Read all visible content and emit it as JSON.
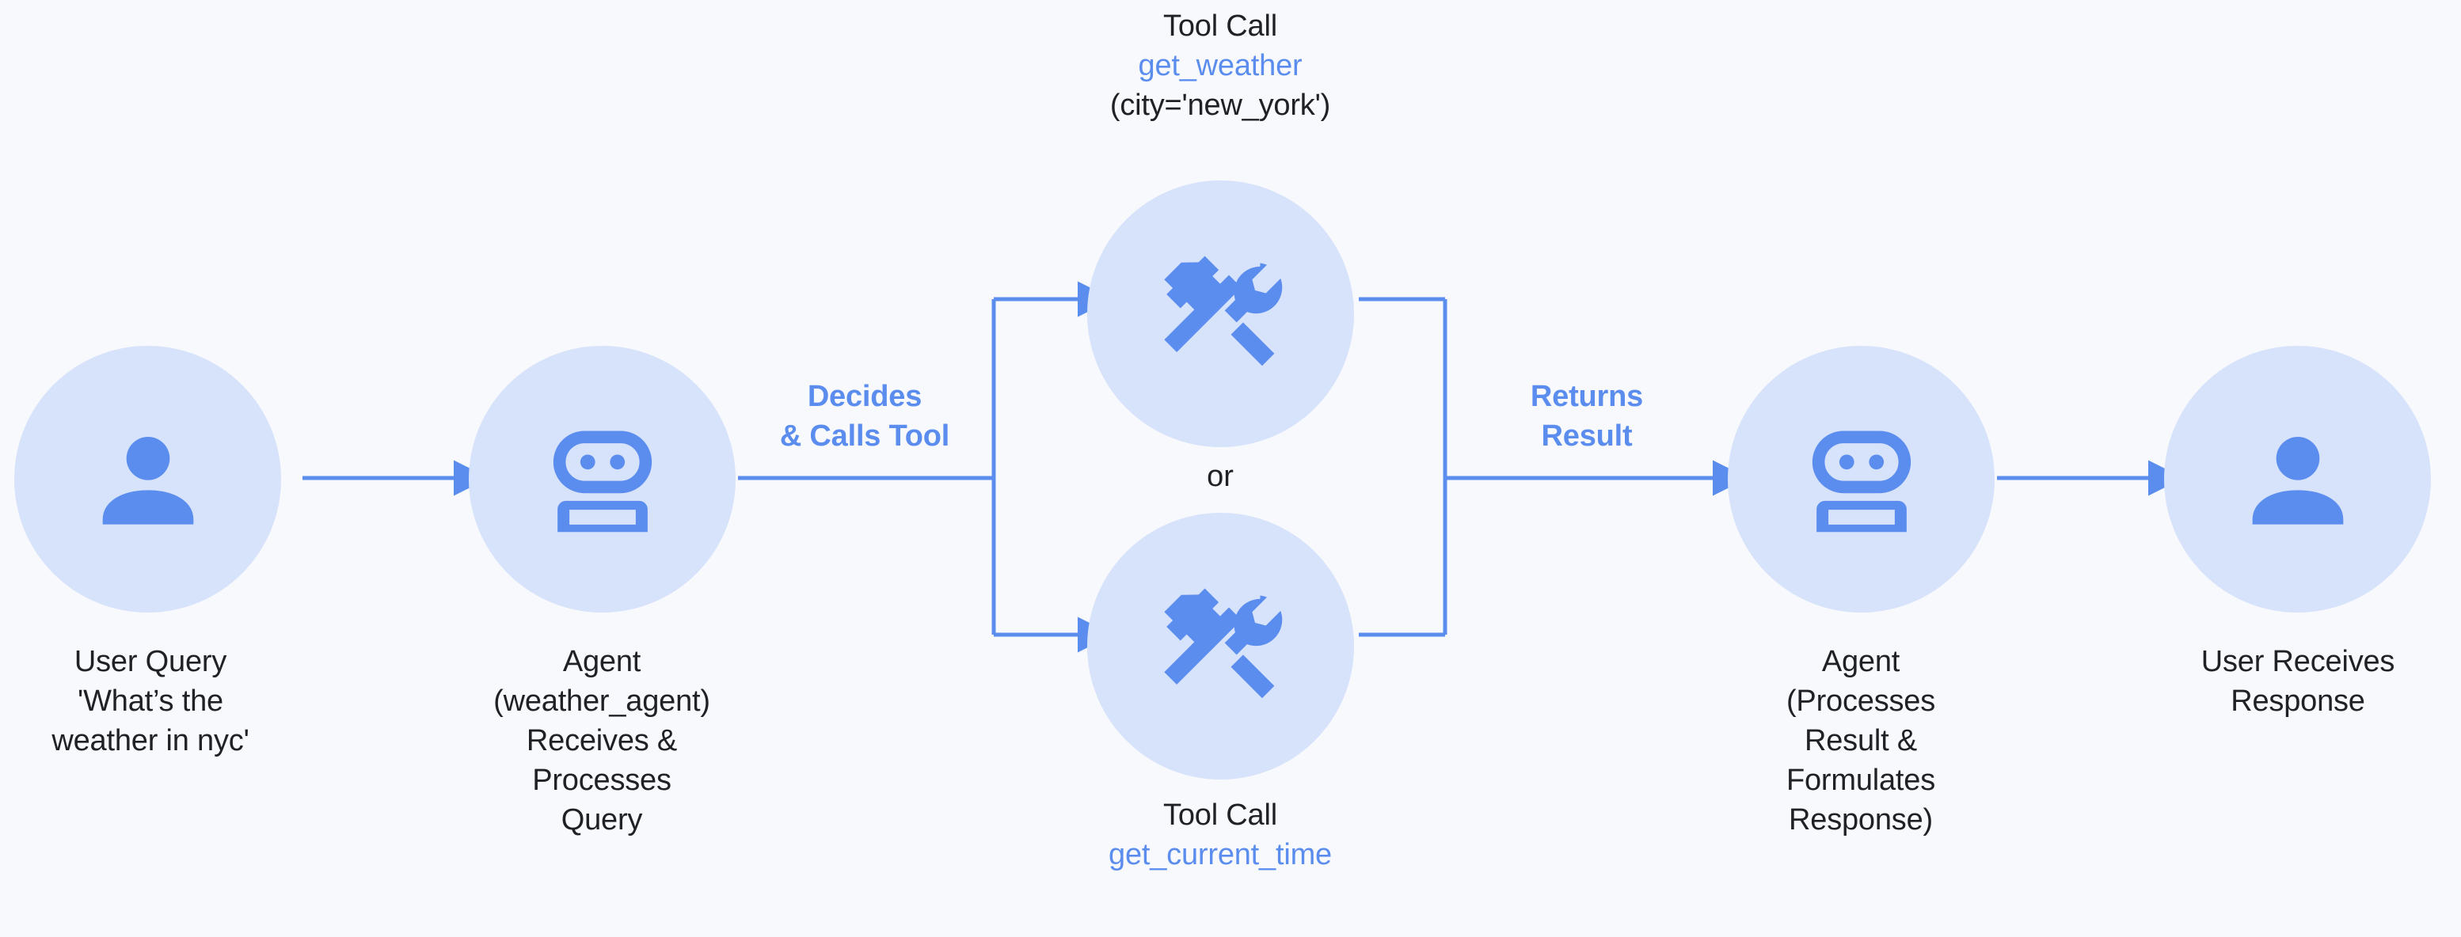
{
  "theme": {
    "background": "#f8f9fc",
    "circle_fill": "#d7e2fb",
    "icon_blue": "#5b8def",
    "line_blue": "#5b8def",
    "text_dark": "#202124"
  },
  "nodes": [
    {
      "id": "user-query",
      "icon": "person-icon",
      "caption_lines": [
        "User Query",
        "'What’s the",
        "weather in nyc'"
      ]
    },
    {
      "id": "agent-receive",
      "icon": "robot-icon",
      "caption_lines": [
        "Agent",
        "(weather_agent)",
        "Receives &",
        "Processes",
        "Query"
      ]
    },
    {
      "id": "tool-weather",
      "icon": "handyman-tools-icon",
      "caption_title": "Tool Call",
      "caption_fn": "get_weather",
      "caption_args": "(city='new_york')"
    },
    {
      "id": "tool-time",
      "icon": "handyman-tools-icon",
      "caption_title": "Tool Call",
      "caption_fn": "get_current_time",
      "caption_args": ""
    },
    {
      "id": "agent-respond",
      "icon": "robot-icon",
      "caption_lines": [
        "Agent",
        "(Processes",
        "Result &",
        "Formulates",
        "Response)"
      ]
    },
    {
      "id": "user-response",
      "icon": "person-icon",
      "caption_lines": [
        "User Receives",
        "Response"
      ]
    }
  ],
  "edge_labels": {
    "decides": "Decides\n& Calls Tool",
    "returns": "Returns\nResult",
    "branch_or": "or"
  }
}
